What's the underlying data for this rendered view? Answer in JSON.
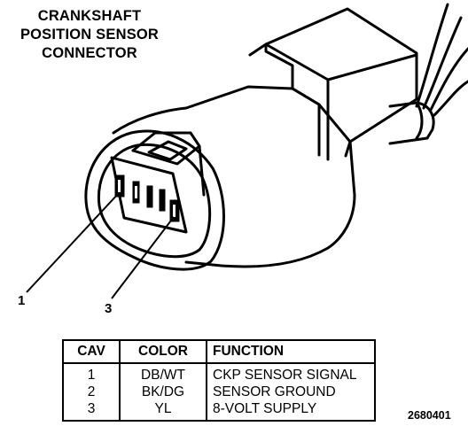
{
  "title": {
    "lines": [
      "CRANKSHAFT",
      "POSITION SENSOR",
      "CONNECTOR"
    ]
  },
  "callouts": {
    "pin1": "1",
    "pin3": "3"
  },
  "table": {
    "headers": [
      "CAV",
      "COLOR",
      "FUNCTION"
    ],
    "rows": [
      {
        "cav": "1",
        "color": "DB/WT",
        "function": "CKP SENSOR SIGNAL"
      },
      {
        "cav": "2",
        "color": "BK/DG",
        "function": "SENSOR GROUND"
      },
      {
        "cav": "3",
        "color": "YL",
        "function": "8-VOLT SUPPLY"
      }
    ]
  },
  "figure_id": "2680401"
}
